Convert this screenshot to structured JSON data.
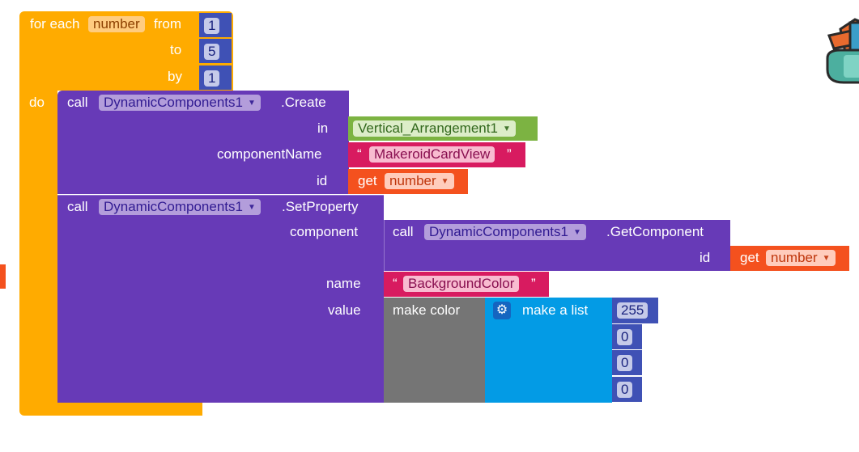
{
  "for_loop": {
    "label_for_each": "for each",
    "variable": "number",
    "label_from": "from",
    "label_to": "to",
    "label_by": "by",
    "label_do": "do",
    "from_value": "1",
    "to_value": "5",
    "by_value": "1"
  },
  "create_block": {
    "call": "call",
    "component": "DynamicComponents1",
    "method": ".Create",
    "label_in": "in",
    "in_value": "Vertical_Arrangement1",
    "label_component_name": "componentName",
    "component_name_value": "MakeroidCardView",
    "label_id": "id",
    "get_label": "get",
    "get_variable": "number"
  },
  "set_property_block": {
    "call": "call",
    "component": "DynamicComponents1",
    "method": ".SetProperty",
    "label_component": "component",
    "get_component": {
      "call": "call",
      "component": "DynamicComponents1",
      "method": ".GetComponent",
      "label_id": "id",
      "get_label": "get",
      "get_variable": "number"
    },
    "label_name": "name",
    "name_value": "BackgroundColor",
    "label_value": "value",
    "make_color": "make color",
    "make_list": "make a list",
    "list_values": [
      "255",
      "0",
      "0",
      "0"
    ]
  },
  "quote_open": "“",
  "quote_close": "”",
  "dropdown_arrow": "▼",
  "gear_icon": "gear-icon",
  "colors": {
    "control": "#ffab00",
    "component": "#673ab7",
    "math": "#3f51b5",
    "text": "#d81b60",
    "variable": "#f4511e",
    "color": "#757575",
    "list": "#039be5",
    "component_ref": "#7cb342"
  }
}
